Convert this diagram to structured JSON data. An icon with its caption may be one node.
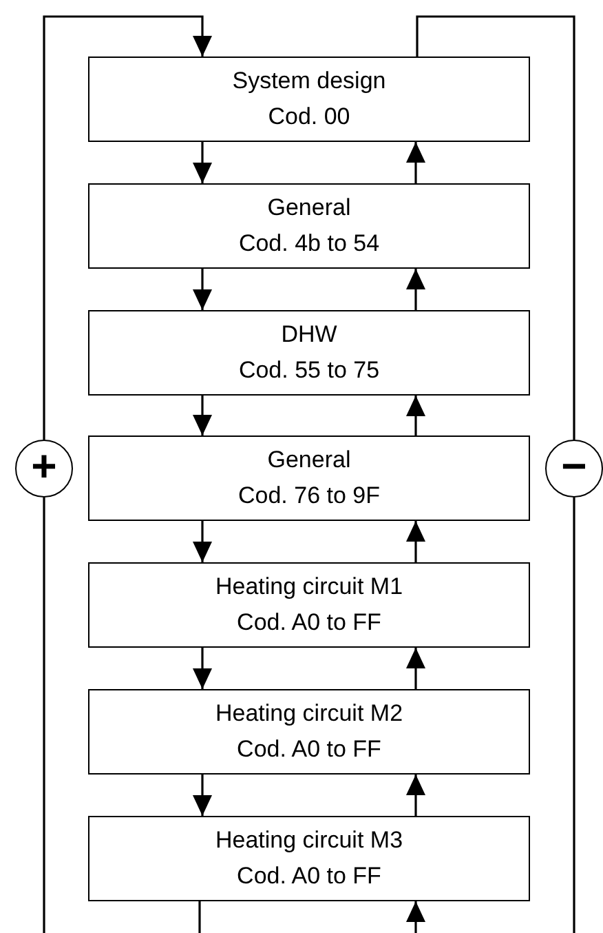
{
  "diagram": {
    "nodes": [
      {
        "text": [
          "System design",
          "Cod. 00"
        ]
      },
      {
        "text": [
          "General",
          "Cod. 4b to 54"
        ]
      },
      {
        "text": [
          "DHW",
          "Cod. 55 to 75"
        ]
      },
      {
        "text": [
          "General",
          "Cod. 76 to 9F"
        ]
      },
      {
        "text": [
          "Heating circuit M1",
          "Cod. A0 to FF"
        ]
      },
      {
        "text": [
          "Heating circuit M2",
          "Cod. A0 to FF"
        ]
      },
      {
        "text": [
          "Heating circuit M3",
          "Cod. A0 to FF"
        ]
      },
      {
        "text": [
          "+"
        ]
      },
      {
        "text": [
          "−"
        ]
      }
    ],
    "edges": [
      {
        "from": 0,
        "to": 1,
        "arrow": "to"
      },
      {
        "from": 1,
        "to": 2,
        "arrow": "to"
      },
      {
        "from": 2,
        "to": 3,
        "arrow": "to"
      },
      {
        "from": 3,
        "to": 4,
        "arrow": "to"
      },
      {
        "from": 4,
        "to": 5,
        "arrow": "to"
      },
      {
        "from": 5,
        "to": 6,
        "arrow": "to"
      },
      {
        "from": 1,
        "to": 0,
        "arrow": "to"
      },
      {
        "from": 2,
        "to": 1,
        "arrow": "to"
      },
      {
        "from": 3,
        "to": 2,
        "arrow": "to"
      },
      {
        "from": 4,
        "to": 3,
        "arrow": "to"
      },
      {
        "from": 5,
        "to": 4,
        "arrow": "to"
      },
      {
        "from": 6,
        "to": 5,
        "arrow": "to"
      },
      {
        "from": 6,
        "to": null,
        "arrow": "none"
      },
      {
        "from": null,
        "to": 6,
        "arrow": "to"
      },
      {
        "from": null,
        "to": 7,
        "arrow": "none"
      },
      {
        "from": 7,
        "to": 0,
        "arrow": "to"
      },
      {
        "from": 0,
        "to": 8,
        "arrow": "none"
      },
      {
        "from": 8,
        "to": null,
        "arrow": "none"
      }
    ]
  }
}
